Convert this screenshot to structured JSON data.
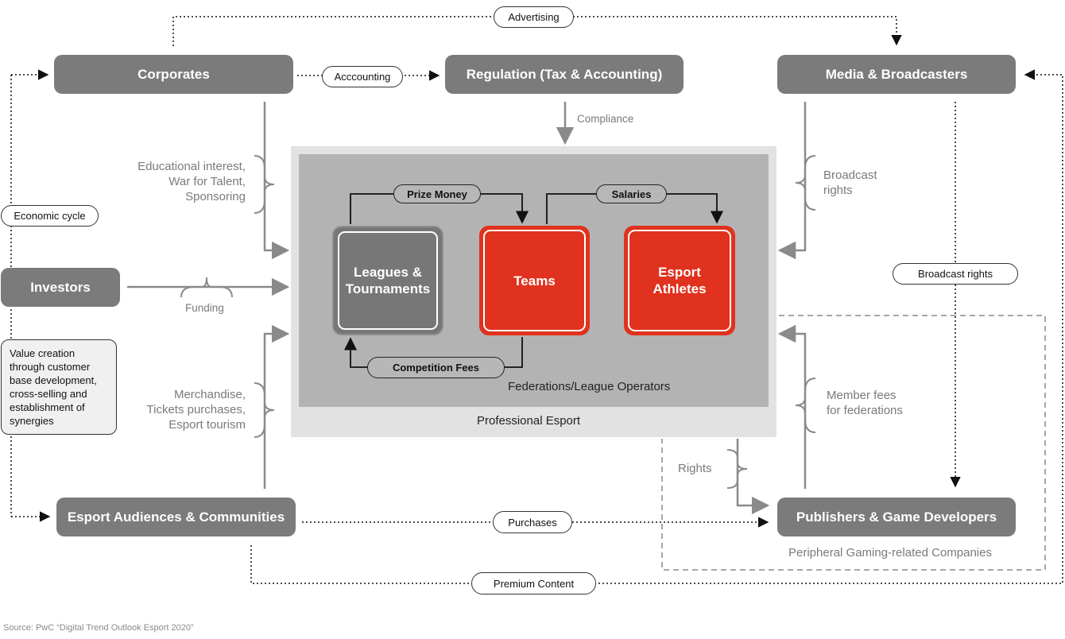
{
  "nodes": {
    "corporates": "Corporates",
    "regulation": "Regulation (Tax & Accounting)",
    "media": "Media & Broadcasters",
    "investors": "Investors",
    "audiences": "Esport Audiences & Communities",
    "publishers": "Publishers & Game Developers",
    "leagues": "Leagues & Tournaments",
    "teams": "Teams",
    "athletes": "Esport Athletes"
  },
  "pills": {
    "advertising": "Advertising",
    "accounting": "Acccounting",
    "economic_cycle": "Economic cycle",
    "broadcast_rights": "Broadcast rights",
    "purchases": "Purchases",
    "premium_content": "Premium Content",
    "prize_money": "Prize Money",
    "salaries": "Salaries",
    "competition_fees": "Competition Fees"
  },
  "labels": {
    "compliance": "Compliance",
    "corporates_flow": [
      "Educational interest,",
      "War for Talent,",
      "Sponsoring"
    ],
    "funding": "Funding",
    "audience_flow": [
      "Merchandise,",
      "Tickets purchases,",
      "Esport tourism"
    ],
    "media_flow": [
      "Broadcast",
      "rights"
    ],
    "publisher_flow": [
      "Member fees",
      "for federations"
    ],
    "rights": "Rights",
    "federations": "Federations/League Operators",
    "professional_esport": "Professional Esport",
    "peripheral": "Peripheral Gaming-related Companies",
    "value_creation": "Value creation through customer base development, cross-selling and establishment of synergies"
  },
  "source": "Source: PwC “Digital Trend Outlook Esport 2020”",
  "colors": {
    "node_grey": "#7b7b7b",
    "accent_red": "#e0321e",
    "outer_frame": "#e2e2e2",
    "inner_frame": "#b3b3b3",
    "line_grey": "#8a8a8a"
  }
}
